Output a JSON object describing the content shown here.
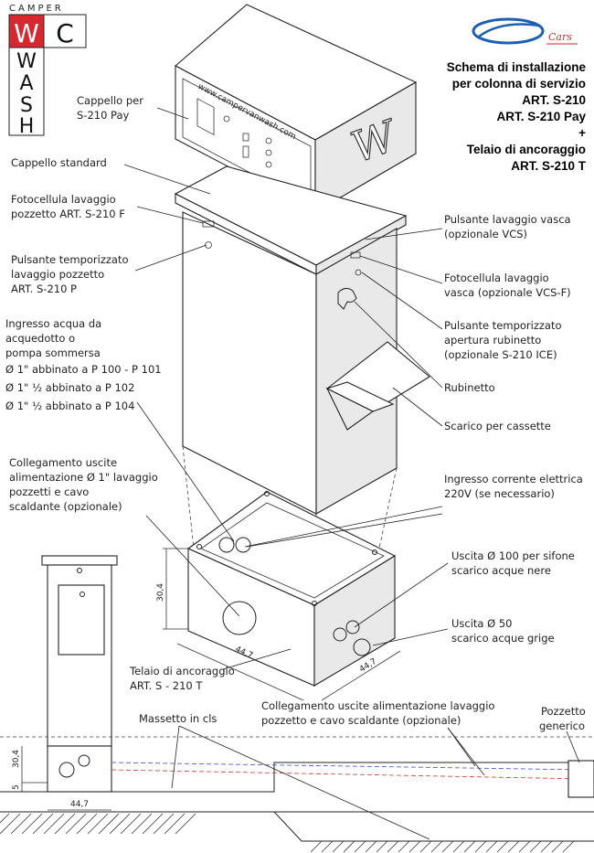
{
  "logo": {
    "brand_top": "CAMPER",
    "letters": [
      "W",
      "C",
      "W",
      "A",
      "S",
      "H"
    ],
    "red": "#d7282f"
  },
  "partner_logo": {
    "text": "Cars"
  },
  "title": {
    "lines": [
      "Schema di installazione",
      "per colonna di servizio",
      "ART. S-210",
      "ART. S-210 Pay",
      "+",
      "Telaio di ancoraggio",
      "ART. S-210 T"
    ]
  },
  "labels": {
    "cappello_pay": [
      "Cappello per",
      "S-210 Pay"
    ],
    "cappello_standard": "Cappello standard",
    "fotocellula_pozzetto": [
      "Fotocellula lavaggio",
      "pozzetto ART. S-210 F"
    ],
    "pulsante_pozzetto": [
      "Pulsante temporizzato",
      "lavaggio pozzetto",
      "ART. S-210 P"
    ],
    "ingresso_acqua": [
      "Ingresso acqua da",
      "acquedotto o",
      "pompa sommersa",
      "Ø 1\" abbinato a P 100 - P 101",
      "Ø 1\" ½ abbinato a P 102",
      "Ø 1\" ½ abbinato a P 104"
    ],
    "collegamento": [
      "Collegamento uscite",
      "alimentazione Ø 1\" lavaggio",
      "pozzetti e cavo",
      "scaldante (opzionale)"
    ],
    "pulsante_vasca": [
      "Pulsante lavaggio vasca",
      "(opzionale VCS)"
    ],
    "fotocellula_vasca": [
      "Fotocellula lavaggio",
      "vasca (opzionale VCS-F)"
    ],
    "pulsante_rubinetto": [
      "Pulsante temporizzato",
      "apertura rubinetto",
      "(opzionale S-210 ICE)"
    ],
    "rubinetto": "Rubinetto",
    "scarico_cassette": "Scarico per cassette",
    "ingresso_corrente": [
      "Ingresso corrente elettrica",
      "220V (se necessario)"
    ],
    "uscita_100": [
      "Uscita Ø 100 per sifone",
      "scarico acque nere"
    ],
    "uscita_50": [
      "Uscita Ø 50",
      "scarico acque grige"
    ],
    "telaio": [
      "Telaio di ancoraggio",
      "ART. S - 210 T"
    ],
    "collegamento_bottom": [
      "Collegamento uscite alimentazione lavaggio",
      "pozzetto e cavo scaldante (opzionale)"
    ],
    "massetto": "Massetto in cls",
    "pozzetto": [
      "Pozzetto",
      "generico"
    ]
  },
  "dims": {
    "height_frame": "30,4",
    "width_a": "44,7",
    "width_b": "44,7",
    "side_height": "30,4",
    "side_small": "5",
    "side_width": "44,7"
  },
  "cap_website": "www.campervanwash.com",
  "cap_letter": "W"
}
